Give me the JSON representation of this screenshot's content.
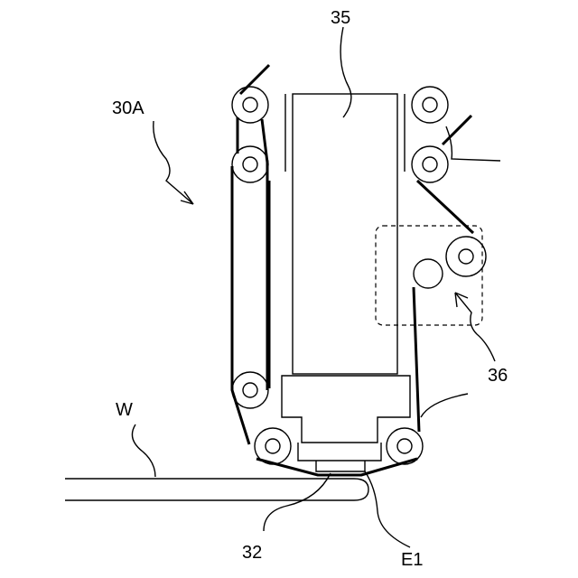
{
  "labels": {
    "unit": "30A",
    "head": "35",
    "mechanism": "36",
    "edge_part": "32",
    "workpiece": "W",
    "end": "E1"
  }
}
